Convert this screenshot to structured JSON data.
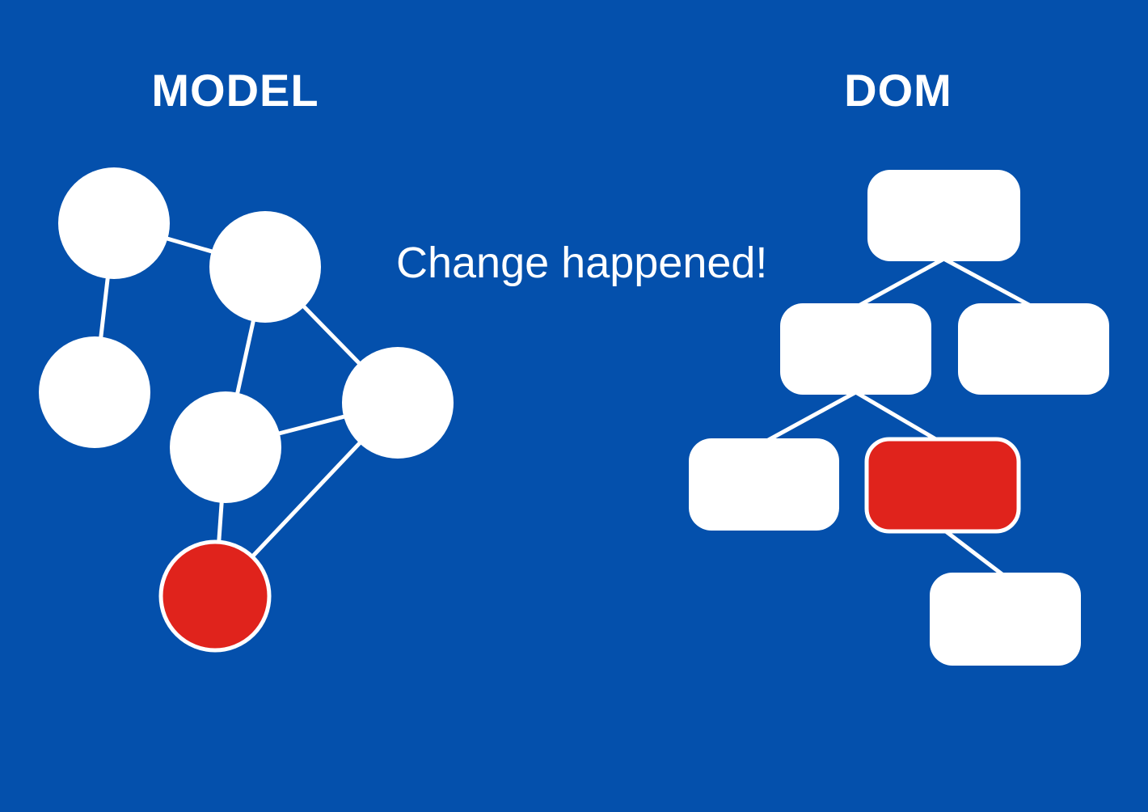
{
  "colors": {
    "background": "#0450AC",
    "node": "#FFFFFF",
    "edge": "#FFFFFF",
    "changed": "#E0231C",
    "text": "#FFFFFF"
  },
  "model_graph": {
    "title": "MODEL",
    "nodes": [
      {
        "id": "m1",
        "state": "normal"
      },
      {
        "id": "m2",
        "state": "normal"
      },
      {
        "id": "m3",
        "state": "normal"
      },
      {
        "id": "m4",
        "state": "normal"
      },
      {
        "id": "m5",
        "state": "normal"
      },
      {
        "id": "m6",
        "state": "changed"
      }
    ],
    "edges": [
      [
        "m1",
        "m2"
      ],
      [
        "m1",
        "m3"
      ],
      [
        "m2",
        "m4"
      ],
      [
        "m2",
        "m5"
      ],
      [
        "m4",
        "m5"
      ],
      [
        "m4",
        "m6"
      ],
      [
        "m5",
        "m6"
      ]
    ]
  },
  "dom_tree": {
    "title": "DOM",
    "nodes": [
      {
        "id": "root",
        "state": "normal"
      },
      {
        "id": "child-left",
        "state": "normal"
      },
      {
        "id": "child-right",
        "state": "normal"
      },
      {
        "id": "grandchild-left",
        "state": "normal"
      },
      {
        "id": "grandchild-right",
        "state": "changed"
      },
      {
        "id": "leaf",
        "state": "normal"
      }
    ],
    "edges": [
      [
        "root",
        "child-left"
      ],
      [
        "root",
        "child-right"
      ],
      [
        "child-left",
        "grandchild-left"
      ],
      [
        "child-left",
        "grandchild-right"
      ],
      [
        "grandchild-right",
        "leaf"
      ]
    ]
  },
  "annotation": {
    "text": "Change happened!"
  }
}
